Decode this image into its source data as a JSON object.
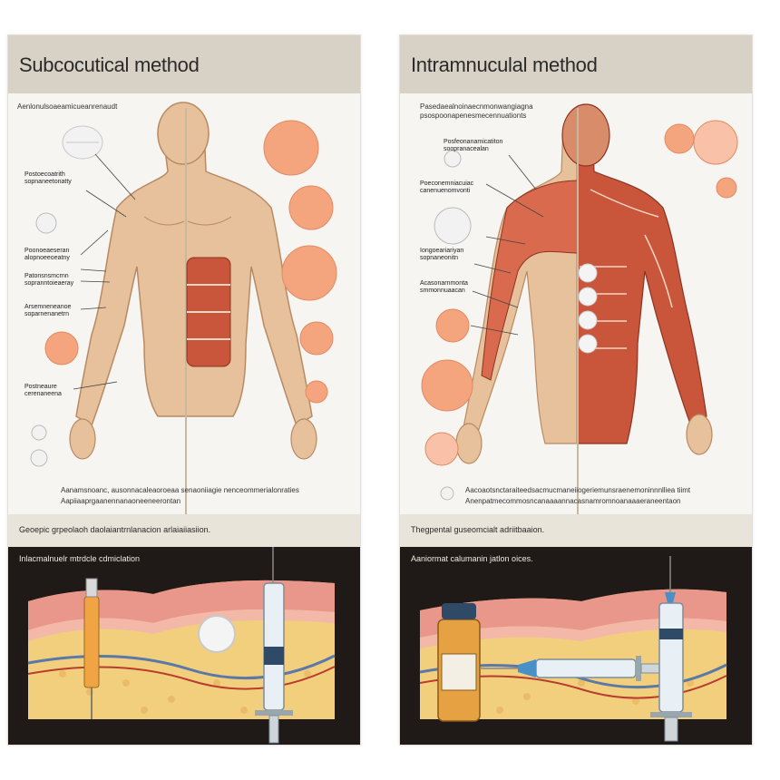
{
  "left_panel": {
    "title": "Subcocutical method",
    "header_text": "Aenlonulsoaeamicueanrenaudt",
    "labels": [
      "Postoecoatrith\nsopnaneetonatty",
      "Poonoeaeseran\nalopnoeeoeatny",
      "Patonsnsmcrnn\nsopranntoieaeray",
      "Arsemneneanoe\nsoparnenanetrn",
      "Postneaure\ncerenaneena"
    ],
    "caption": "Aanamsnoanc, ausonnacaleaoroeaa senaoniiagie nenceommerialonraties\nAapiiaaprgaanennanaoneeneerontan",
    "strip_text": "Geoepic grpeolaoh daolaiantrnlanacion arlaiaiiasiion.",
    "bottom_text": "Inlacmalnuelr mtrdcle cdmiclation"
  },
  "right_panel": {
    "title": "Intramnuculal method",
    "header_text": "Pasedaealnoinaecnmonwangiagna",
    "header_text_2": "psospoonapenesmecennuationts",
    "labels": [
      "Posfeonanamicatiton\nsoopranacealan",
      "Poeconemniacuiac\ncanenuenomvonti",
      "Iongoeariariyan\nsopnaneonitn",
      "Acasonarnmonta\nsmmonnuaacan"
    ],
    "caption": "Aacoaotsnctaraiteedsacmucmaneiiogeriemunsraenemoninnnlliea tiimt\nAnenpatmecommosncanaaaannacasnamromnoanaaaeraneentaon",
    "strip_text": "Thegpental guseomcialt adriitbaaion.",
    "bottom_text": "Aaniormat calumanin jatlon oices."
  },
  "colors": {
    "skin": "#e7c19b",
    "muscle": "#c9553a",
    "pill": "#f4a57e",
    "title_bar": "#d8d2c6",
    "bottom": "#1f1a17",
    "fat": "#f2cf7d",
    "dermis": "#e9978a",
    "vein_blue": "#5a78a8",
    "syringe_orange": "#f0a443"
  }
}
